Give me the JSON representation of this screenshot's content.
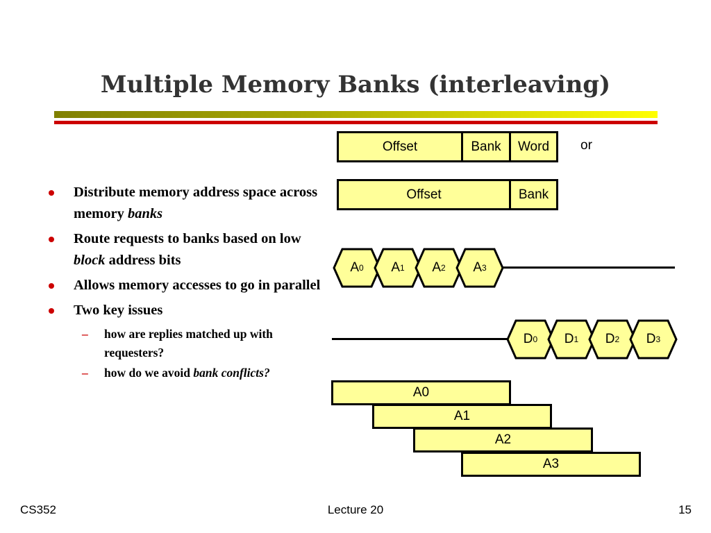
{
  "slide": {
    "title": "Multiple Memory Banks (interleaving)",
    "colors": {
      "title": "#333333",
      "bullet": "#cc0000",
      "box_fill": "#ffff99",
      "red_rule": "#cc0000",
      "olive_rule": "#808000"
    }
  },
  "bullets": [
    {
      "text": "Distribute memory address space across memory ",
      "em": "banks",
      "tail": ""
    },
    {
      "text": "Route requests to banks based on low ",
      "em": "block",
      "tail": " address bits"
    },
    {
      "text": "Allows memory accesses to go in parallel",
      "em": "",
      "tail": ""
    },
    {
      "text": "Two key issues",
      "em": "",
      "tail": ""
    }
  ],
  "subbullets": [
    {
      "text": "how are replies matched up with requesters?",
      "em": ""
    },
    {
      "text": "how do we avoid ",
      "em": "bank conflicts?"
    }
  ],
  "diagram": {
    "layout1": {
      "offset": "Offset",
      "bank": "Bank",
      "word": "Word"
    },
    "or_label": "or",
    "layout2": {
      "offset": "Offset",
      "bank": "Bank"
    },
    "address_hexes": [
      {
        "base": "A",
        "sub": "0"
      },
      {
        "base": "A",
        "sub": "1"
      },
      {
        "base": "A",
        "sub": "2"
      },
      {
        "base": "A",
        "sub": "3"
      }
    ],
    "data_hexes": [
      {
        "base": "D",
        "sub": "0"
      },
      {
        "base": "D",
        "sub": "1"
      },
      {
        "base": "D",
        "sub": "2"
      },
      {
        "base": "D",
        "sub": "3"
      }
    ],
    "bank_bars": [
      "A0",
      "A1",
      "A2",
      "A3"
    ]
  },
  "footer": {
    "left": "CS352",
    "center": "Lecture 20",
    "right": "15"
  }
}
